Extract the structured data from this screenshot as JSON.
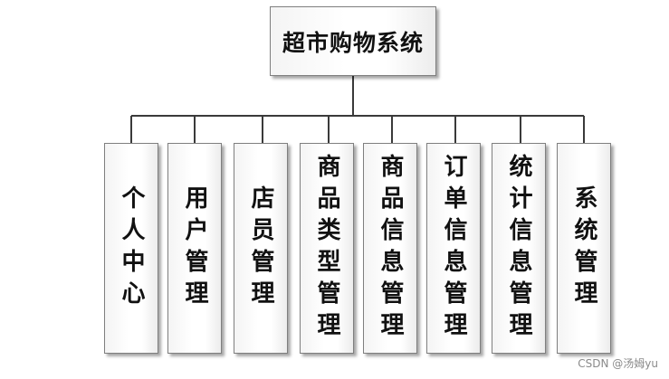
{
  "diagram": {
    "root": {
      "label": "超市购物系统"
    },
    "children": [
      {
        "label": "个人中心"
      },
      {
        "label": "用户管理"
      },
      {
        "label": "店员管理"
      },
      {
        "label": "商品类型管理"
      },
      {
        "label": "商品信息管理"
      },
      {
        "label": "订单信息管理"
      },
      {
        "label": "统计信息管理"
      },
      {
        "label": "系统管理"
      }
    ],
    "colors": {
      "line": "#3a3a3a",
      "box_border": "#7f7f7f",
      "text": "#111111"
    }
  },
  "watermark": {
    "text": "CSDN @汤姆yu"
  }
}
